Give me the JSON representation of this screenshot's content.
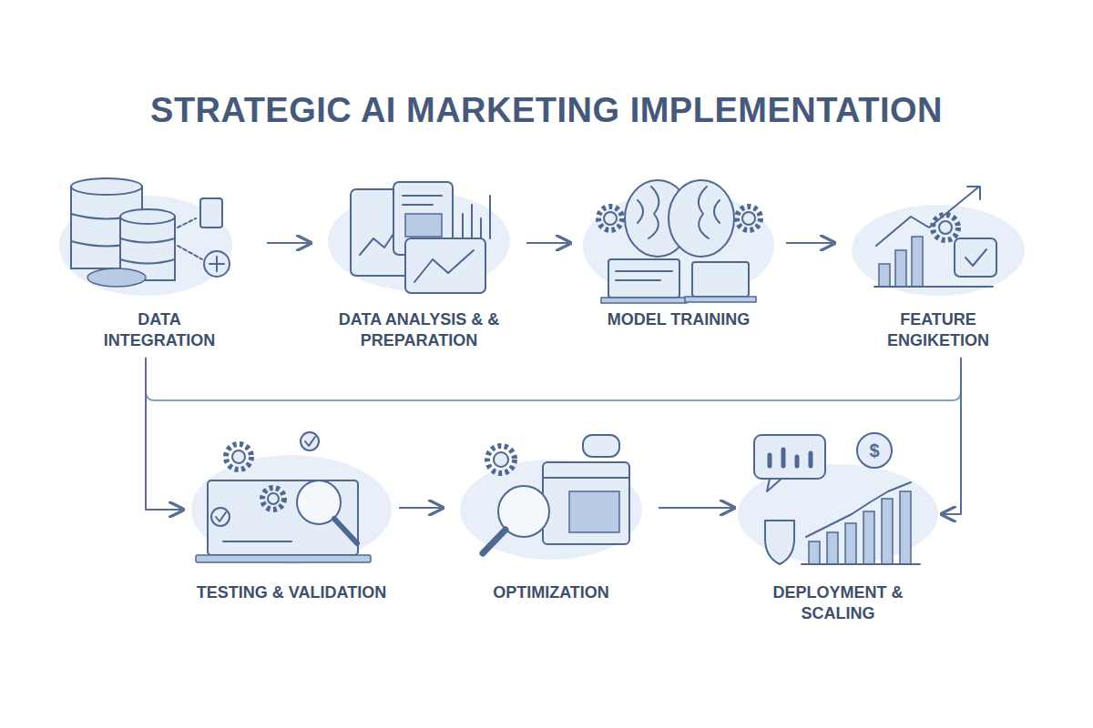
{
  "diagram": {
    "title": "STRATEGIC AI MARKETING IMPLEMENTATION",
    "nodes": [
      {
        "text": [
          "DATA INTEGRATION"
        ]
      },
      {
        "text": [
          "DATA ANALYSIS & & PREPARATION"
        ]
      },
      {
        "text": [
          "MODEL TRAINING"
        ]
      },
      {
        "text": [
          "FEATURE ENGIKETION"
        ]
      },
      {
        "text": [
          "TESTING & VALIDATION"
        ]
      },
      {
        "text": [
          "OPTIMIZATION"
        ]
      },
      {
        "text": [
          "DEPLOYMENT & SCALING"
        ]
      }
    ],
    "edges": [
      {
        "from": 0,
        "to": 1,
        "arrow": "to"
      },
      {
        "from": 1,
        "to": 2,
        "arrow": "to"
      },
      {
        "from": 2,
        "to": 3,
        "arrow": "to"
      },
      {
        "from": 0,
        "to": 4,
        "arrow": "to"
      },
      {
        "from": 3,
        "to": 6,
        "arrow": "to"
      },
      {
        "from": 4,
        "to": 5,
        "arrow": "to"
      },
      {
        "from": 5,
        "to": 6,
        "arrow": "to"
      }
    ],
    "labels": [
      "$"
    ]
  }
}
